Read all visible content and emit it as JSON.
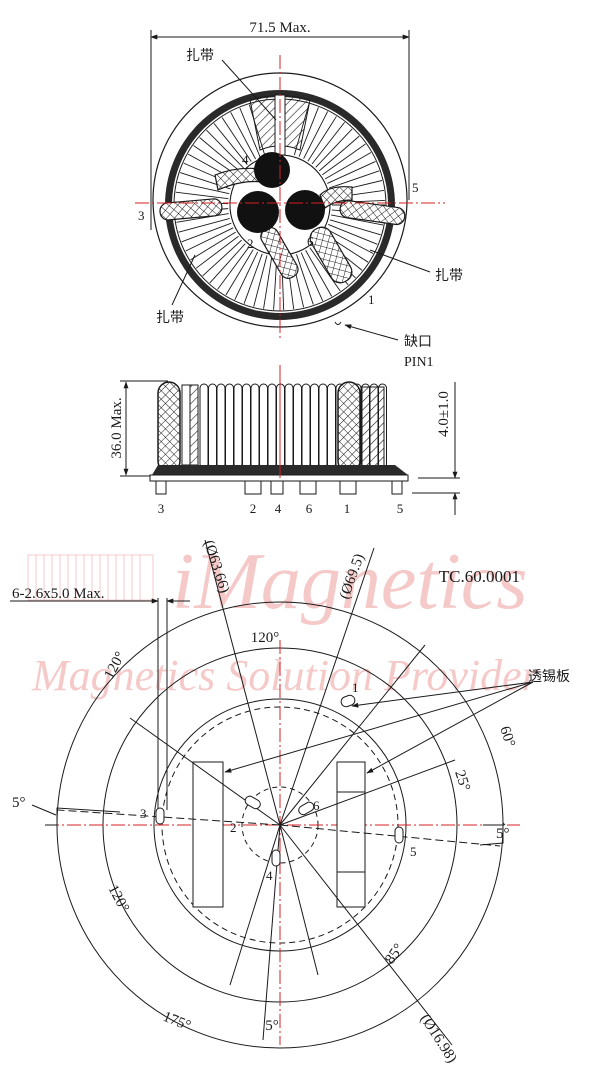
{
  "drawing": {
    "part_number": "TC.60.0001",
    "watermark": {
      "brand": "iMagnetics",
      "tagline": "Magnetics Solution Provider",
      "color": "#f6c9c9"
    },
    "colors": {
      "line": "#1a1a1a",
      "centerline": "#d42020",
      "fill_dark": "#1a1a1a",
      "fill_gray": "#444444"
    }
  },
  "top_view": {
    "width_dim": "71.5 Max.",
    "labels": {
      "tie_top": "扎带",
      "tie_right": "扎带",
      "tie_left": "扎带",
      "notch": "缺口",
      "pin1": "PIN1"
    },
    "pins": [
      "1",
      "2",
      "3",
      "4",
      "5",
      "6"
    ]
  },
  "side_view": {
    "height_dim": "36.0 Max.",
    "pin_length_dim": "4.0±1.0",
    "pin_order": [
      "3",
      "2",
      "4",
      "6",
      "1",
      "5"
    ]
  },
  "bottom_view": {
    "slot_dim": "6-2.6x5.0 Max.",
    "diameters": [
      "(Ø63.66)",
      "(Ø69.5)",
      "(Ø16.98)"
    ],
    "angles": {
      "top": "120°",
      "left_upper": "120°",
      "left_lower": "120°",
      "right_outer": "60°",
      "right_inner": "25°",
      "bottom_right": "85°",
      "bottom_outer": "175°",
      "bottom_center": "5°",
      "left_tab": "5°",
      "right_tab": "5°"
    },
    "solder_plate_label": "透锡板",
    "pins": [
      "1",
      "2",
      "3",
      "4",
      "5",
      "6"
    ]
  }
}
